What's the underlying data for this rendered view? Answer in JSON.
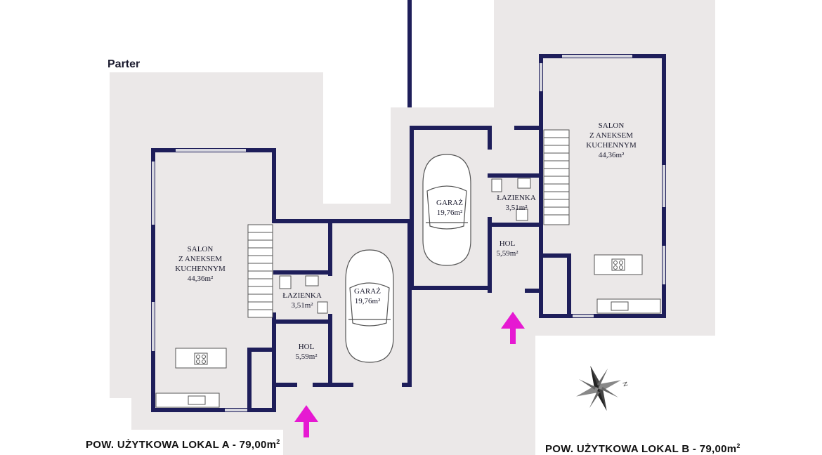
{
  "floor": {
    "title": "Parter"
  },
  "units": [
    {
      "id": "A",
      "summary": {
        "label": "POW. UŻYTKOWA LOKAL A - 79,00m",
        "sup": "2"
      },
      "rooms": [
        {
          "name": "salon",
          "lines": [
            "SALON",
            "Z ANEKSEM",
            "KUCHENNYM",
            "44,36m²"
          ]
        },
        {
          "name": "lazienka",
          "lines": [
            "ŁAZIENKA",
            "3,51m²"
          ]
        },
        {
          "name": "garaz",
          "lines": [
            "GARAŻ",
            "19,76m²"
          ]
        },
        {
          "name": "hol",
          "lines": [
            "HOL",
            "5,59m²"
          ]
        }
      ]
    },
    {
      "id": "B",
      "summary": {
        "label": "POW. UŻYTKOWA LOKAL B - 79,00m",
        "sup": "2"
      },
      "rooms": [
        {
          "name": "salon",
          "lines": [
            "SALON",
            "Z ANEKSEM",
            "KUCHENNYM",
            "44,36m²"
          ]
        },
        {
          "name": "lazienka",
          "lines": [
            "ŁAZIENKA",
            "3,51m²"
          ]
        },
        {
          "name": "garaz",
          "lines": [
            "GARAŻ",
            "19,76m²"
          ]
        },
        {
          "name": "hol",
          "lines": [
            "HOL",
            "5,59m²"
          ]
        }
      ]
    }
  ],
  "compass": {
    "label": "N"
  },
  "colors": {
    "wall": "#1e1e5a",
    "ground": "#ebe8e8",
    "arrow": "#e619d2"
  }
}
